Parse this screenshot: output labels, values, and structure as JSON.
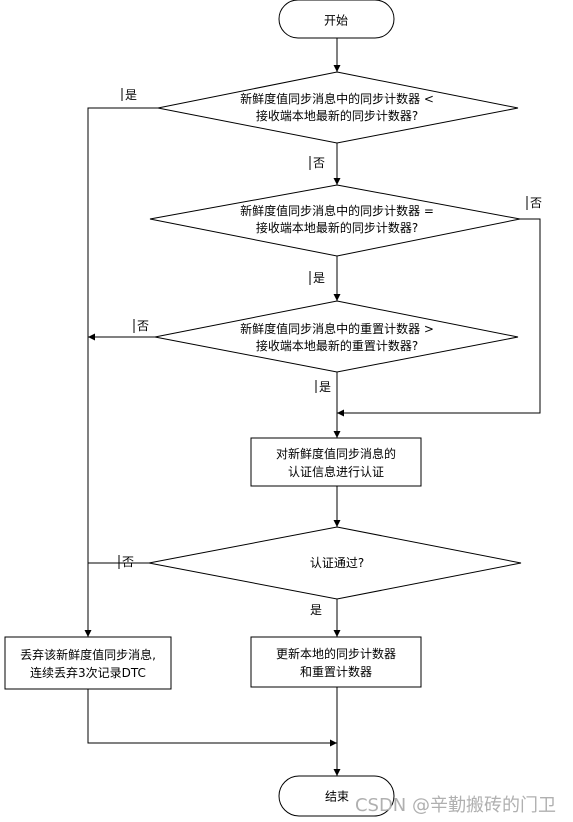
{
  "nodes": {
    "start": "开始",
    "d1": [
      "新鲜度值同步消息中的同步计数器 <",
      "接收端本地最新的同步计数器?"
    ],
    "d2": [
      "新鲜度值同步消息中的同步计数器 =",
      "接收端本地最新的同步计数器?"
    ],
    "d3": [
      "新鲜度值同步消息中的重置计数器 >",
      "接收端本地最新的重置计数器?"
    ],
    "auth": [
      "对新鲜度值同步消息的",
      "认证信息进行认证"
    ],
    "d4": "认证通过?",
    "update": [
      "更新本地的同步计数器",
      "和重置计数器"
    ],
    "discard": [
      "丢弃该新鲜度值同步消息,",
      "连续丢弃3次记录DTC"
    ],
    "end": "结束"
  },
  "labels": {
    "d1_yes": "是",
    "d1_no": "否",
    "d2_no": "否",
    "d2_yes": "是",
    "d3_no": "否",
    "d3_yes": "是",
    "d4_no": "否",
    "d4_yes": "是"
  },
  "watermark": "CSDN @辛勤搬砖的门卫"
}
